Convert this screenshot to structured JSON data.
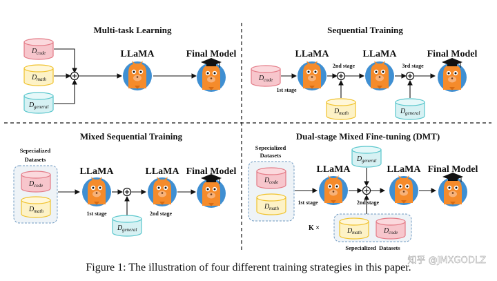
{
  "panels": {
    "multitask": {
      "title": "Multi-task Learning",
      "llama": "LLaMA",
      "final": "Final Model"
    },
    "sequential": {
      "title": "Sequential Training",
      "llama1": "LLaMA",
      "llama2": "LLaMA",
      "final": "Final Model",
      "stage1": "1st stage",
      "stage2": "2nd stage",
      "stage3": "3rd stage"
    },
    "mixed": {
      "title": "Mixed Sequential Training",
      "spec_line1": "Sepecialized",
      "spec_line2": "Datasets",
      "llama1": "LLaMA",
      "llama2": "LLaMA",
      "final": "Final Model",
      "stage1": "1st stage",
      "stage2": "2nd stage"
    },
    "dmt": {
      "title": "Dual-stage Mixed Fine-tuning (DMT)",
      "spec_line1": "Sepecialized",
      "spec_line2": "Datasets",
      "llama1": "LLaMA",
      "llama2": "LLaMA",
      "final": "Final Model",
      "stage1": "1st stage",
      "stage2": "2nd stage",
      "k_times": "K ×",
      "bottom_label": "Sepecialized  Datasets"
    }
  },
  "datasets": {
    "D": "D",
    "code": "code",
    "math": "math",
    "general": "general"
  },
  "colors": {
    "code": "#f7c6cc",
    "code_stroke": "#e37a86",
    "math": "#fdf2c6",
    "math_stroke": "#f0c22c",
    "general": "#d6f1f3",
    "general_stroke": "#58c6cc",
    "llama": "#f58b2b",
    "llama_bg": "#3f8fd2"
  },
  "caption": "Figure 1: The illustration of four different training strategies in this paper.",
  "watermark": "知乎 @JMXGODLZ"
}
